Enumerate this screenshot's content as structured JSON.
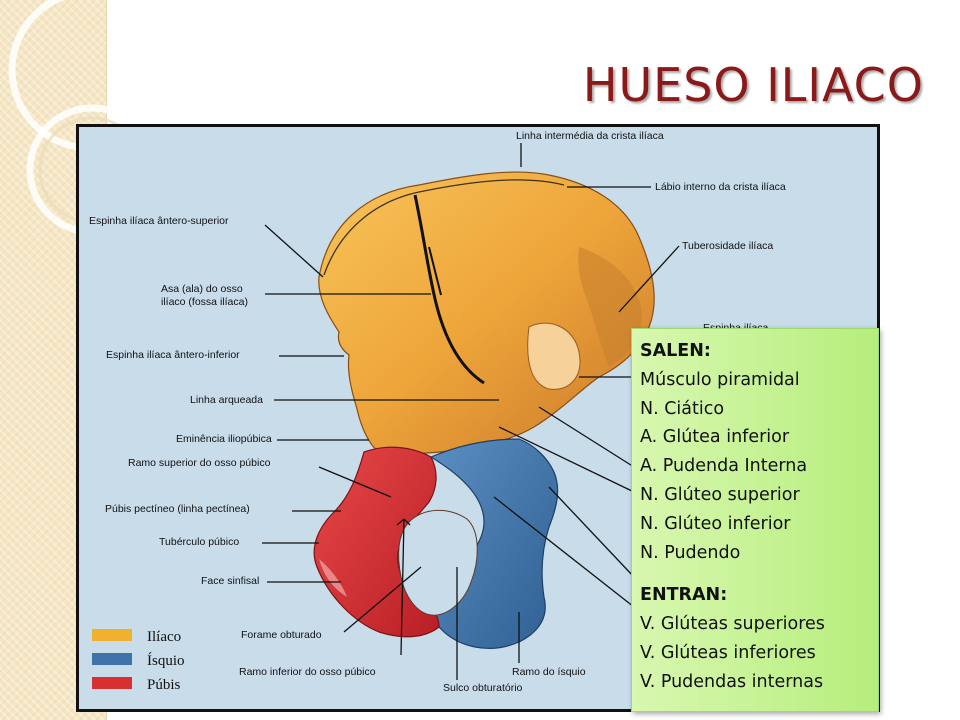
{
  "slide": {
    "title": "HUESO ILIACO"
  },
  "figure": {
    "labels": {
      "linha_intermedia": "Linha intermédia da crista ilíaca",
      "labio_interno": "Lábio interno da crista ilíaca",
      "tuberosidade": "Tuberosidade ilíaca",
      "espinha_iliaca_partial": "Espinha ilíaca",
      "espinha_antero_superior": "Espinha ilíaca ântero-superior",
      "asa_line1": "Asa (ala) do osso",
      "asa_line2": "ilíaco (fossa ilíaca)",
      "espinha_antero_inferior": "Espinha ilíaca ântero-inferior",
      "linha_arqueada": "Linha arqueada",
      "eminencia": "Eminência iliopúbica",
      "ramo_superior": "Ramo superior do osso púbico",
      "pubis_pectineo": "Púbis pectíneo (linha pectínea)",
      "tuberculo": "Tubérculo púbico",
      "face_sinfisal": "Face sinfisal",
      "forame": "Forame obturado",
      "ramo_inferior": "Ramo inferior do osso púbico",
      "sulco": "Sulco obturatório",
      "ramo_isquio": "Ramo do ísquio"
    },
    "legend": [
      {
        "label": "Ilíaco",
        "color": "#f0b030"
      },
      {
        "label": "Ísquio",
        "color": "#3f72a8"
      },
      {
        "label": "Púbis",
        "color": "#d83030"
      }
    ]
  },
  "info_box": {
    "salen_header": "SALEN:",
    "salen_items": [
      "Músculo piramidal",
      "N. Ciático",
      "A. Glútea inferior",
      "A. Pudenda Interna",
      "N. Glúteo superior",
      "N. Glúteo inferior",
      "N. Pudendo"
    ],
    "entran_header": "ENTRAN:",
    "entran_items": [
      "V. Glúteas superiores",
      "V. Glúteas inferiores",
      "V. Pudendas internas"
    ]
  }
}
